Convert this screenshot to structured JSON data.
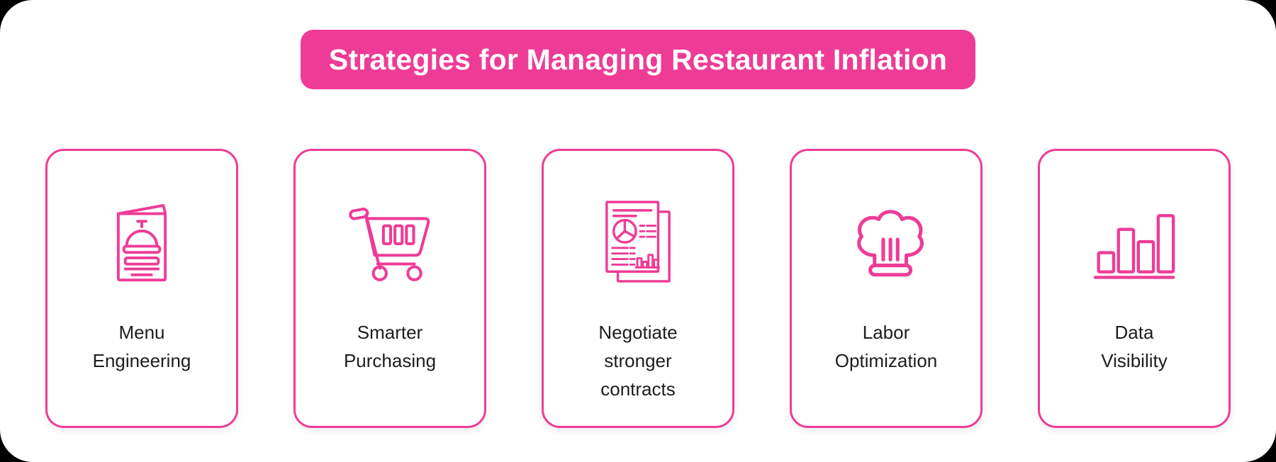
{
  "colors": {
    "accent": "#EE3C96",
    "background": "#000000",
    "canvas": "#FFFFFF",
    "header_text": "#FFFFFF",
    "label_text": "#1D1D1F"
  },
  "header": {
    "title": "Strategies for Managing Restaurant Inflation"
  },
  "cards": [
    {
      "label": "Menu\nEngineering",
      "icon": "menu-book-icon"
    },
    {
      "label": "Smarter\nPurchasing",
      "icon": "shopping-cart-icon"
    },
    {
      "label": "Negotiate\nstronger\ncontracts",
      "icon": "report-charts-icon"
    },
    {
      "label": "Labor\nOptimization",
      "icon": "chef-hat-icon"
    },
    {
      "label": "Data\nVisibility",
      "icon": "bar-chart-icon"
    }
  ]
}
